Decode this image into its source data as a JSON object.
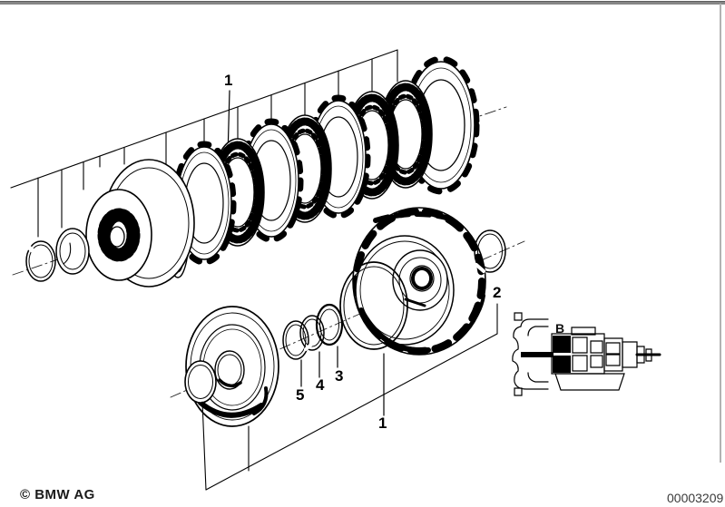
{
  "diagram": {
    "description": "BMW exploded parts diagram - automatic transmission drive clutch plate set",
    "callouts": {
      "plate_group": {
        "label": "1"
      },
      "drum_group": {
        "label": "1"
      },
      "snap_ring": {
        "label": "2"
      },
      "oring": {
        "label": "3"
      },
      "ring": {
        "label": "4"
      },
      "small_snap_ring": {
        "label": "5"
      },
      "schematic_clutch": {
        "label": "B"
      }
    }
  },
  "footer": {
    "copyright": "© BMW AG",
    "image_number": "00003209"
  },
  "colors": {
    "line": "#000000",
    "border_top": "#868686",
    "border_right": "#b2b2b2",
    "background": "#ffffff"
  }
}
